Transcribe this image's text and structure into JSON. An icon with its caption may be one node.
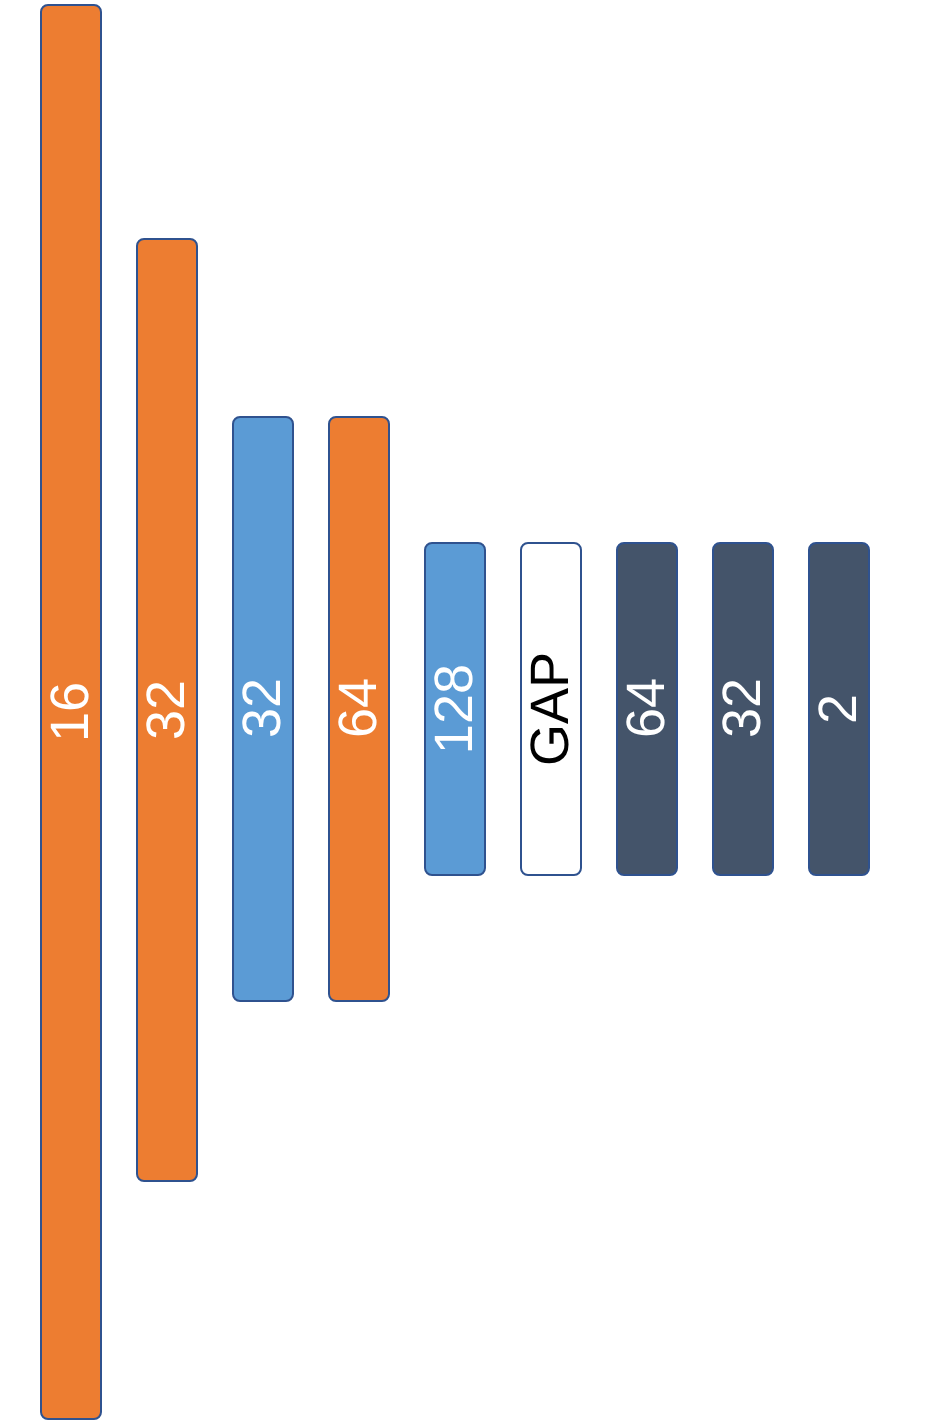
{
  "diagram": {
    "nodes": [
      {
        "text": [
          "16"
        ]
      },
      {
        "text": [
          "32"
        ]
      },
      {
        "text": [
          "32"
        ]
      },
      {
        "text": [
          "64"
        ]
      },
      {
        "text": [
          "128"
        ]
      },
      {
        "text": [
          "GAP"
        ]
      },
      {
        "text": [
          "64"
        ]
      },
      {
        "text": [
          "32"
        ]
      },
      {
        "text": [
          "2"
        ]
      }
    ]
  }
}
